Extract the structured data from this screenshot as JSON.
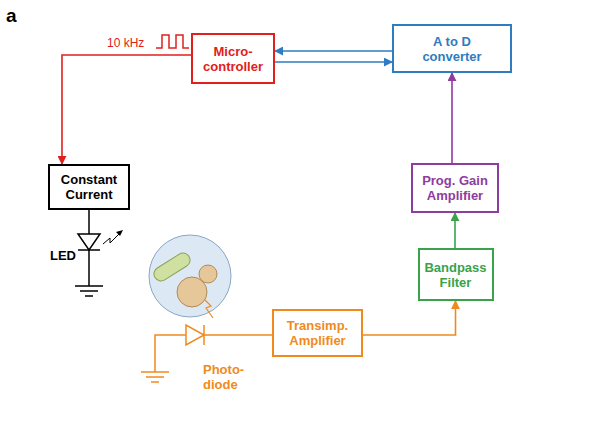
{
  "diagram": {
    "nodes": [
      {
        "text": [
          "Micro- controller"
        ]
      },
      {
        "text": [
          "A to D converter"
        ]
      },
      {
        "text": [
          "Constant Current"
        ]
      },
      {
        "text": [
          "Prog. Gain Amplifier"
        ]
      },
      {
        "text": [
          "Bandpass Filter"
        ]
      },
      {
        "text": [
          "Transimp. Amplifier"
        ]
      }
    ],
    "edges": [
      {
        "from": 0,
        "to": 2,
        "arrow": "to"
      },
      {
        "from": 1,
        "to": 0,
        "arrow": "to"
      },
      {
        "from": 0,
        "to": 1,
        "arrow": "to"
      },
      {
        "from": 3,
        "to": 1,
        "arrow": "to"
      },
      {
        "from": 4,
        "to": 3,
        "arrow": "to"
      },
      {
        "from": 5,
        "to": 4,
        "arrow": "to"
      }
    ],
    "labels": [
      "a",
      "10 kHz",
      "LED",
      "Photo- diode"
    ]
  }
}
